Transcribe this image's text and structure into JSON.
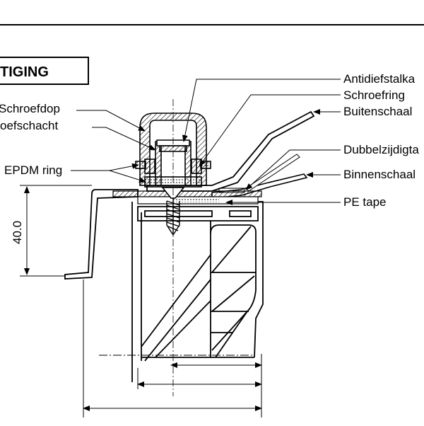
{
  "title": "TIGING",
  "labels": {
    "schroefdop": "Schroefdop",
    "schroefschacht": "oefschacht",
    "epdm_ring": "EPDM ring",
    "antidiefstalkap": "Antidiefstalka",
    "schroefring": "Schroefring",
    "buitenschaal": "Buitenschaal",
    "dubbelzijdig": "Dubbelzijdigta",
    "binnenschaal": "Binnenschaal",
    "pe_tape": "PE tape"
  },
  "dimensions": {
    "height": "40.0"
  }
}
